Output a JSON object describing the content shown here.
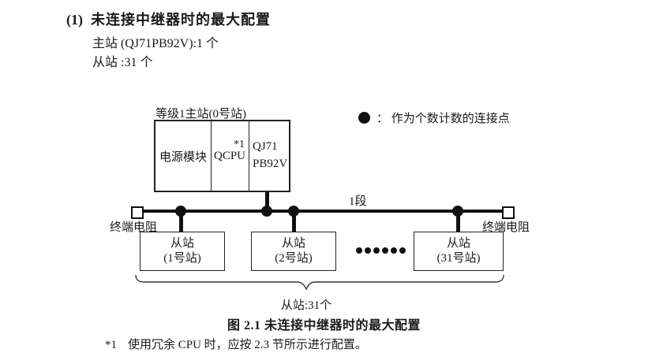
{
  "header": {
    "index": "(1)",
    "title": "未连接中继器时的最大配置",
    "master_line": "主站 (QJ71PB92V):1 个",
    "slave_line": "从站 :31 个"
  },
  "diagram": {
    "master_label": "等级1主站(0号站)",
    "power_cell": "电源模块",
    "cpu_cell": "QCPU",
    "cpu_note": "*1",
    "module_line1": "QJ71",
    "module_line2": "PB92V",
    "legend_text": "：  作为个数计数的连接点",
    "segment_label": "1段",
    "terminator_left": "终端电阻",
    "terminator_right": "终端电阻",
    "slaves": [
      {
        "name": "从站",
        "station": "(1号站)"
      },
      {
        "name": "从站",
        "station": "(2号站)"
      },
      {
        "name": "从站",
        "station": "(31号站)"
      }
    ],
    "brace_label": "从站:31个"
  },
  "caption": "图 2.1  未连接中继器时的最大配置",
  "footnote": {
    "marker": "*1",
    "text": "使用冗余 CPU 时，应按 2.3 节所示进行配置。"
  }
}
